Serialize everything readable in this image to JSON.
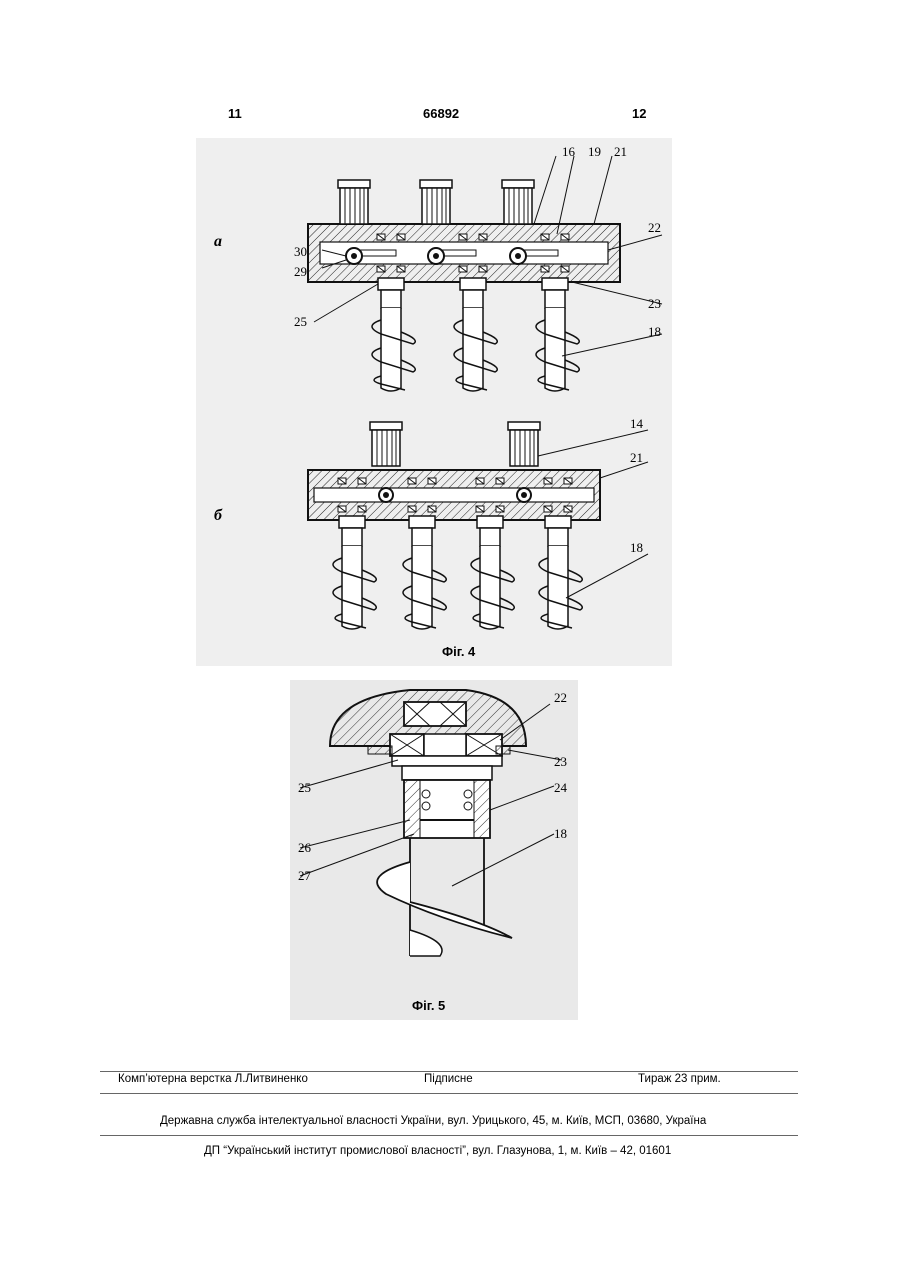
{
  "header": {
    "page_left": "11",
    "patent_number": "66892",
    "page_right": "12"
  },
  "figure4": {
    "caption": "Фіг. 4",
    "sub_a": "а",
    "sub_b": "б",
    "labels_a": {
      "l16": "16",
      "l19": "19",
      "l21": "21",
      "l22": "22",
      "l30": "30",
      "l29": "29",
      "l23": "23",
      "l25": "25",
      "l18": "18"
    },
    "labels_b": {
      "l14": "14",
      "l21": "21",
      "l18": "18"
    }
  },
  "figure5": {
    "caption": "Фіг. 5",
    "labels": {
      "l22": "22",
      "l23": "23",
      "l24": "24",
      "l25": "25",
      "l26": "26",
      "l27": "27",
      "l18": "18"
    }
  },
  "footer": {
    "layout_credit": "Комп’ютерна верстка Л.Литвиненко",
    "signed": "Підписне",
    "circulation": "Тираж 23 прим.",
    "agency": "Державна служба інтелектуальної власності України, вул. Урицького, 45, м. Київ, МСП, 03680, Україна",
    "institute": "ДП “Український інститут промислової власності”, вул. Глазунова, 1, м. Київ – 42, 01601"
  }
}
